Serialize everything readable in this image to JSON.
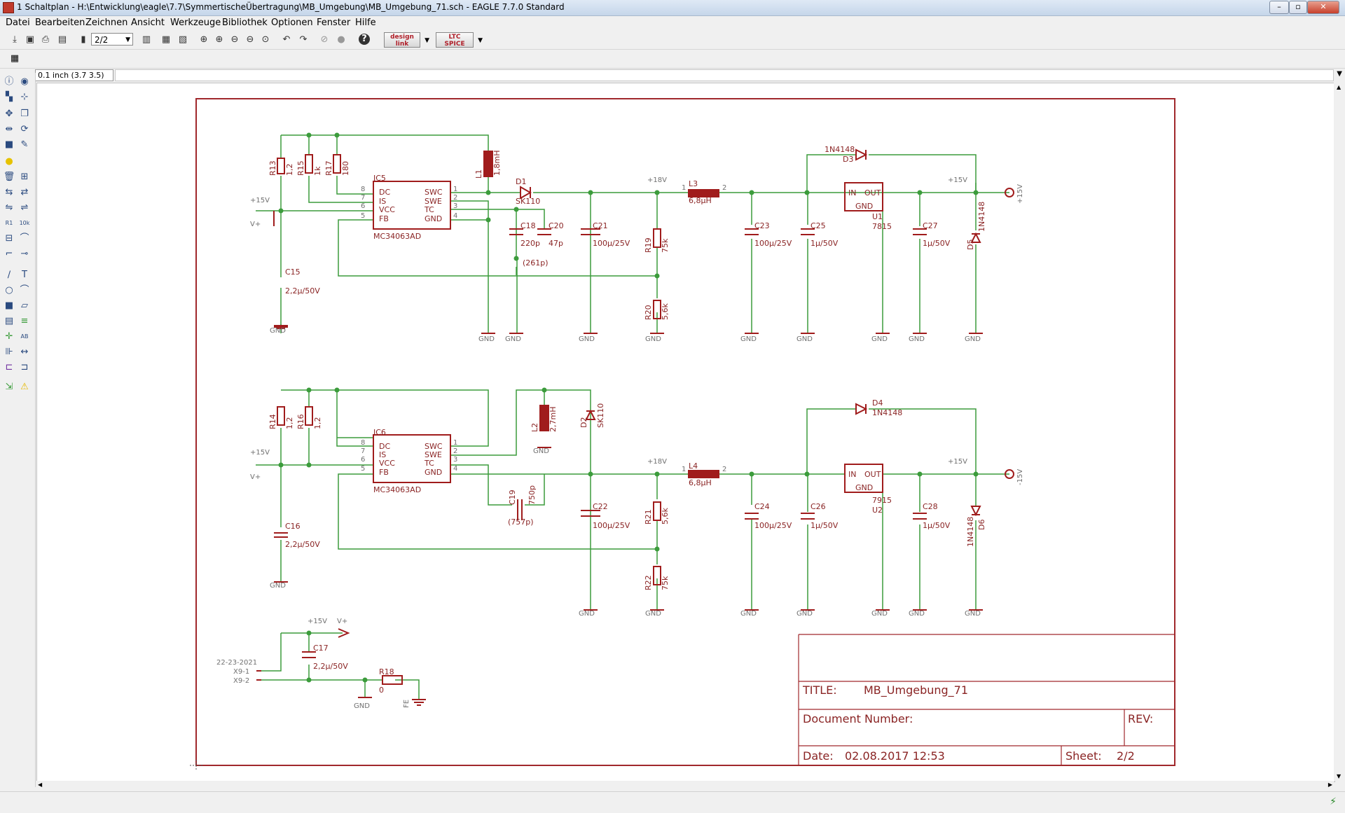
{
  "window": {
    "title": "1 Schaltplan - H:\\Entwicklung\\eagle\\7.7\\SymmertischeÜbertragung\\MB_Umgebung\\MB_Umgebung_71.sch - EAGLE 7.7.0 Standard"
  },
  "menu": [
    "Datei",
    "Bearbeiten",
    "Zeichnen",
    "Ansicht",
    "Werkzeuge",
    "Bibliothek",
    "Optionen",
    "Fenster",
    "Hilfe"
  ],
  "toolbar": {
    "sheet_value": "2/2",
    "designlink_top": "design",
    "designlink_bottom": "link",
    "ltspice_top": "LTC",
    "ltspice_bottom": "SPICE",
    "icons": [
      "open-icon",
      "save-icon",
      "print-icon",
      "cam-icon",
      "board-icon",
      "sheet-icon",
      "grid-icon",
      "layer-icon",
      "zoom-fit-icon",
      "zoom-in-icon",
      "zoom-out-icon",
      "zoom-select-icon",
      "zoom-redraw-icon",
      "undo-icon",
      "redo-icon",
      "stop-icon",
      "go-icon",
      "help-icon"
    ]
  },
  "coordinates": "0.1 inch (3.7 3.5)",
  "frame": {
    "title_label": "TITLE:",
    "title_value": "MB_Umgebung_71",
    "docnum_label": "Document Number:",
    "rev_label": "REV:",
    "date_label": "Date:",
    "date_value": "02.08.2017 12:53",
    "sheet_label": "Sheet:",
    "sheet_value": "2/2"
  },
  "colors": {
    "wire": "#3c9c3c",
    "part": "#a01c1c",
    "label": "#8a2424",
    "frame": "#a0282c",
    "netlabel": "#707070"
  }
}
